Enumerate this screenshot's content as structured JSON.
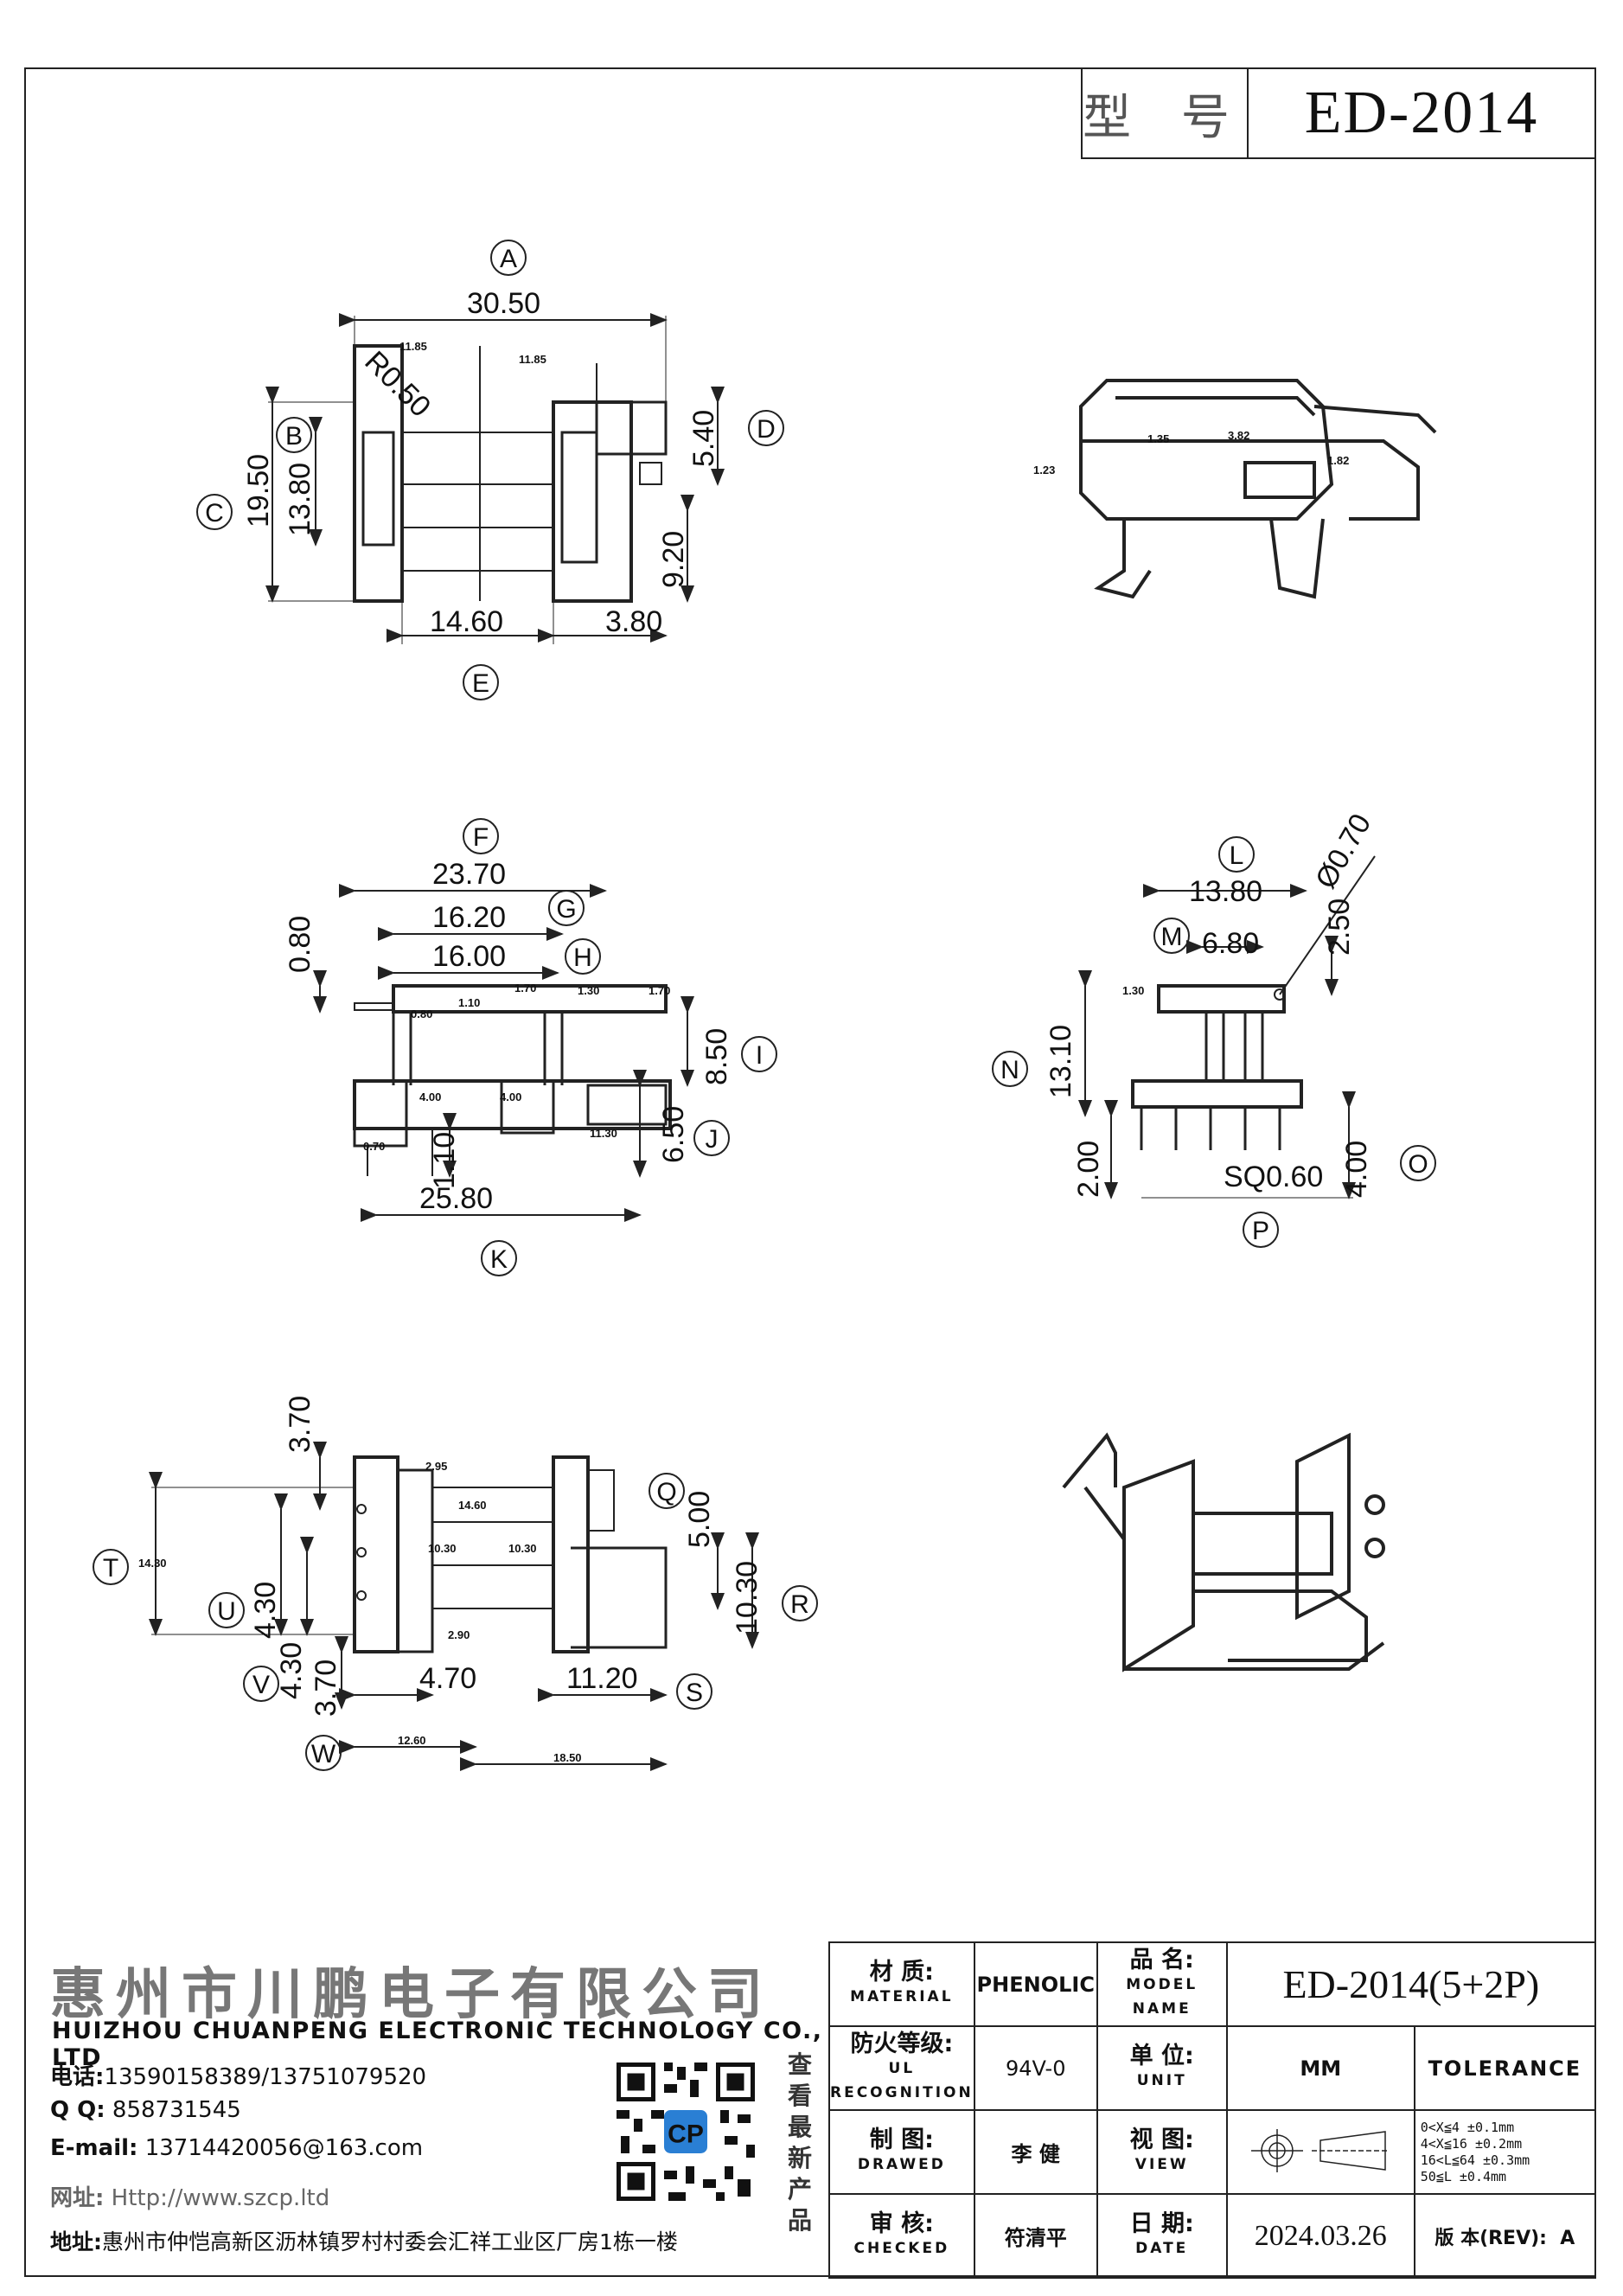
{
  "header": {
    "model_label": "型 号",
    "model_value": "ED-2014"
  },
  "views": {
    "top": {
      "dims": [
        "30.50",
        "19.50",
        "13.80",
        "5.40",
        "9.20",
        "14.60",
        "3.80"
      ],
      "radius": "R0.50",
      "callouts": [
        "A",
        "B",
        "C",
        "D",
        "E"
      ],
      "small": [
        "11.85",
        "11.85",
        "1.23",
        "1.35",
        "3.82",
        "1.82"
      ]
    },
    "front": {
      "dims": [
        "23.70",
        "16.20",
        "16.00",
        "0.80",
        "8.50",
        "6.50",
        "1.10",
        "25.80"
      ],
      "callouts": [
        "F",
        "G",
        "H",
        "I",
        "J",
        "K"
      ],
      "small": [
        "1.10",
        "1.70",
        "1.30",
        "1.70",
        "4.00",
        "4.00",
        "11.30",
        "0.80",
        "0.70"
      ]
    },
    "side": {
      "dims": [
        "13.80",
        "6.80",
        "Ø0.70",
        "2.50",
        "13.10",
        "2.00",
        "SQ0.60",
        "4.00"
      ],
      "callouts": [
        "L",
        "M",
        "N",
        "O",
        "P"
      ],
      "small": [
        "1.30"
      ]
    },
    "bottom": {
      "dims": [
        "3.70",
        "5.00",
        "10.30",
        "4.30",
        "4.30",
        "3.70",
        "4.70",
        "11.20"
      ],
      "callouts": [
        "Q",
        "R",
        "S",
        "T",
        "U",
        "V",
        "W"
      ],
      "small": [
        "2.95",
        "14.60",
        "10.30",
        "10.30",
        "2.90",
        "14.30",
        "12.60",
        "18.50"
      ]
    }
  },
  "company": {
    "name_cn": "惠州市川鹏电子有限公司",
    "name_en": "HUIZHOU CHUANPENG ELECTRONIC TECHNOLOGY CO., LTD",
    "phone_label": "电话:",
    "phone": "13590158389/13751079520",
    "qq_label": "Q Q:",
    "qq": "858731545",
    "email_label": "E-mail:",
    "email": "13714420056@163.com",
    "web_label": "网址:",
    "web": "Http://www.szcp.ltd",
    "addr_label": "地址:",
    "addr": "惠州市仲恺高新区沥林镇罗村村委会汇祥工业区厂房1栋一楼",
    "qr_caption": [
      "查",
      "看",
      "最",
      "新",
      "产",
      "品"
    ],
    "qr_logo": "CP"
  },
  "title_block": {
    "material_label": "材 质:",
    "material_sub": "MATERIAL",
    "material": "PHENOLIC",
    "name_label": "品 名:",
    "name_sub": "MODEL NAME",
    "name": "ED-2014(5+2P)",
    "fire_label": "防火等级:",
    "fire_sub": "UL RECOGNITION",
    "fire": "94V-0",
    "unit_label": "单 位:",
    "unit_sub": "UNIT",
    "unit": "MM",
    "tolerance_label": "TOLERANCE",
    "drawn_label": "制 图:",
    "drawn_sub": "DRAWED",
    "drawn": "李 健",
    "view_label": "视 图:",
    "view_sub": "VIEW",
    "tolerances": [
      "0<X≦4    ±0.1mm",
      "4<X≦16   ±0.2mm",
      "16<L≦64  ±0.3mm",
      "50≦L     ±0.4mm"
    ],
    "checked_label": "审 核:",
    "checked_sub": "CHECKED",
    "checked": "符清平",
    "date_label": "日 期:",
    "date_sub": "DATE",
    "date": "2024.03.26",
    "rev_label": "版 本(REV):",
    "rev": "A"
  }
}
